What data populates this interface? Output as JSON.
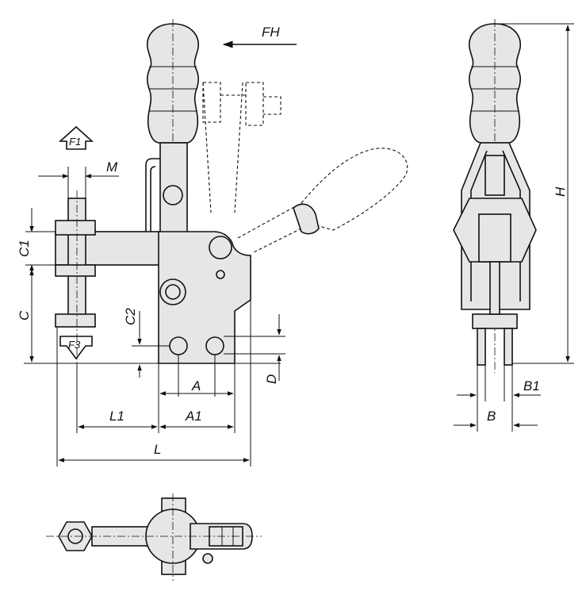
{
  "dimensions": {
    "FH": "FH",
    "F1": "F1",
    "F3": "F3",
    "M": "M",
    "C1": "C1",
    "C": "C",
    "C2": "C2",
    "D": "D",
    "A": "A",
    "A1": "A1",
    "L1": "L1",
    "L": "L",
    "H": "H",
    "B": "B",
    "B1": "B1"
  }
}
